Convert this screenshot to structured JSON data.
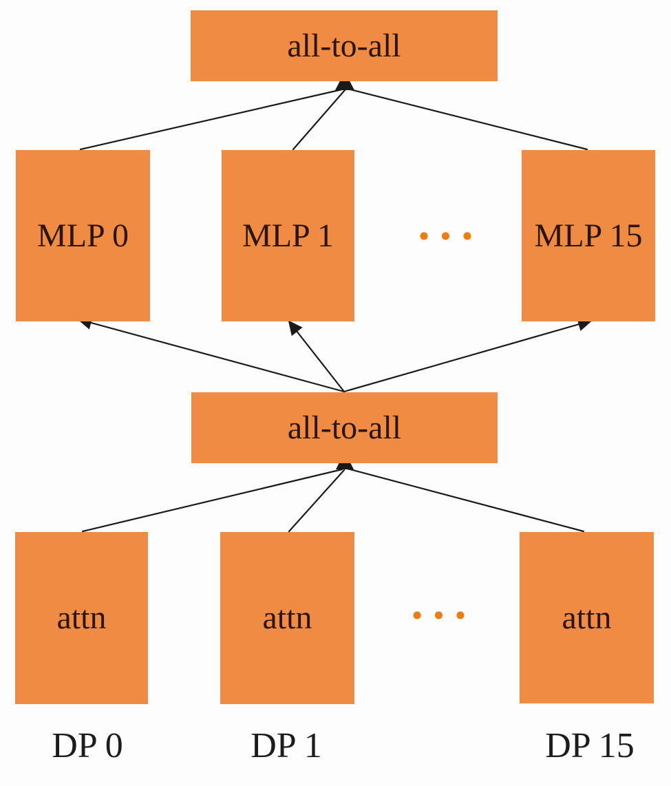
{
  "diagram": {
    "top_collective": {
      "label": "all-to-all"
    },
    "expert_row": {
      "items": [
        "MLP 0",
        "MLP 1",
        "MLP 15"
      ],
      "ellipsis": "•••"
    },
    "mid_collective": {
      "label": "all-to-all"
    },
    "attention_row": {
      "items": [
        "attn",
        "attn",
        "attn"
      ],
      "ellipsis": "•••"
    },
    "rank_labels": [
      "DP 0",
      "DP 1",
      "DP 15"
    ],
    "colors": {
      "box": "#EF8B42",
      "dots": "#ED7D11",
      "box_text": "#2A1505",
      "label_text": "#1C1C1C",
      "edge": "#1A1A1A",
      "background": "#FDFDFD"
    }
  }
}
